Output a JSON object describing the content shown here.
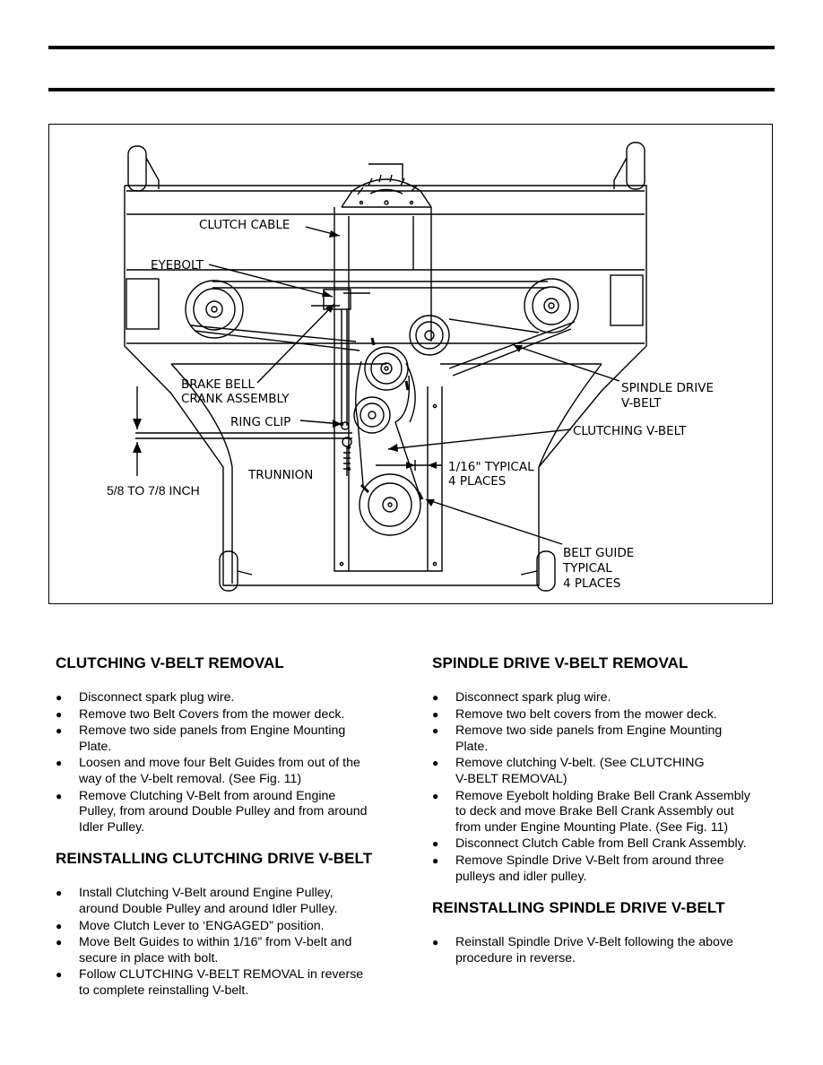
{
  "figure": {
    "callouts": {
      "clutch_cable": "CLUTCH CABLE",
      "eyebolt": "EYEBOLT",
      "brake_bell_line1": "BRAKE BELL",
      "brake_bell_line2": "CRANK ASSEMBLY",
      "ring_clip": "RING CLIP",
      "trunnion": "TRUNNION",
      "dimension_height": "5/8 TO 7/8 INCH",
      "spindle_drive_line1": "SPINDLE DRIVE",
      "spindle_drive_line2": "V-BELT",
      "clutching_vbelt": "CLUTCHING V-BELT",
      "gap_line1": "1/16\" TYPICAL",
      "gap_line2": "4 PLACES",
      "belt_guide_line1": "BELT GUIDE",
      "belt_guide_line2": "TYPICAL",
      "belt_guide_line3": "4 PLACES"
    }
  },
  "left_column": {
    "removal": {
      "heading": "CLUTCHING V-BELT REMOVAL",
      "items": [
        [
          "Disconnect spark plug wire."
        ],
        [
          "Remove two Belt Covers from the mower deck."
        ],
        [
          "Remove two side panels from Engine Mounting",
          "Plate."
        ],
        [
          "Loosen and move four Belt Guides from out of the",
          "way of the V-belt removal.  (See Fig. 11)"
        ],
        [
          "Remove Clutching V-Belt from around Engine",
          "Pulley, from around Double Pulley and from around",
          "Idler Pulley."
        ]
      ]
    },
    "reinstall": {
      "heading": "REINSTALLING CLUTCHING DRIVE V-BELT",
      "items": [
        [
          "Install Clutching V-Belt around Engine Pulley,",
          "around Double Pulley and around Idler Pulley."
        ],
        [
          "Move Clutch Lever to ‘ENGAGED” position."
        ],
        [
          "Move Belt Guides to within 1/16” from V-belt and",
          "secure in place with bolt."
        ],
        [
          "Follow CLUTCHING V-BELT REMOVAL in reverse",
          "to complete reinstalling V-belt."
        ]
      ]
    }
  },
  "right_column": {
    "removal": {
      "heading": "SPINDLE DRIVE V-BELT REMOVAL",
      "items": [
        [
          "Disconnect spark plug wire."
        ],
        [
          "Remove two belt covers from the mower deck."
        ],
        [
          "Remove two side panels from Engine Mounting",
          "Plate."
        ],
        [
          "Remove clutching V-belt.  (See CLUTCHING",
          "V-BELT REMOVAL)"
        ],
        [
          "Remove Eyebolt holding Brake Bell Crank Assembly",
          "to deck and move Brake Bell Crank Assembly out",
          "from under Engine Mounting Plate. (See Fig. 11)"
        ],
        [
          "Disconnect Clutch Cable from Bell Crank Assembly."
        ],
        [
          "Remove Spindle Drive V-Belt from around three",
          "pulleys and idler pulley."
        ]
      ]
    },
    "reinstall": {
      "heading": "REINSTALLING SPINDLE DRIVE V-BELT",
      "items": [
        [
          "Reinstall Spindle Drive V-Belt following the above",
          "procedure in reverse."
        ]
      ]
    }
  },
  "bullet_glyph": "●"
}
